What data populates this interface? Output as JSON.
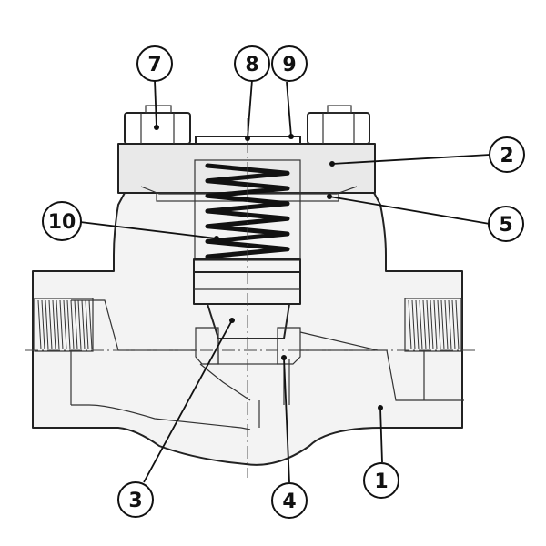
{
  "callouts": [
    {
      "label": "1"
    },
    {
      "label": "2"
    },
    {
      "label": "3"
    },
    {
      "label": "4"
    },
    {
      "label": "5"
    },
    {
      "label": "7"
    },
    {
      "label": "8"
    },
    {
      "label": "9"
    },
    {
      "label": "10"
    }
  ]
}
